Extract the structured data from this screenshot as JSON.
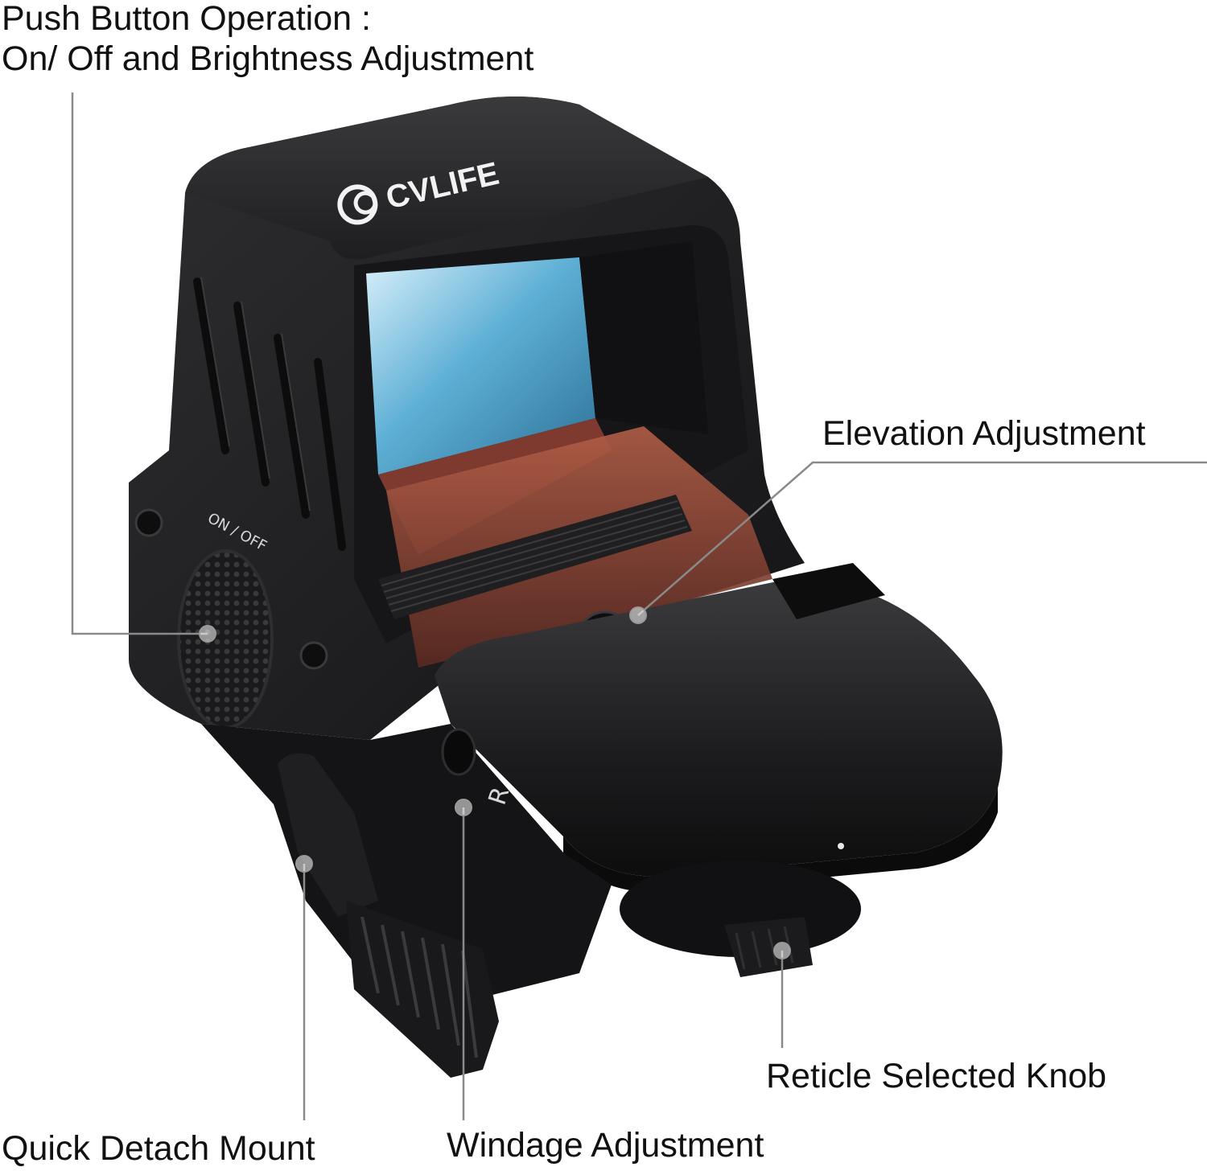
{
  "callouts": {
    "push_button_line1": "Push Button Operation :",
    "push_button_line2": "On/ Off and Brightness Adjustment",
    "elevation": "Elevation Adjustment",
    "reticle": "Reticle Selected Knob",
    "quick_detach": "Quick Detach Mount",
    "windage": "Windage Adjustment"
  },
  "product": {
    "brand_logo": "CVLIFE",
    "switch_marking": "ON / OFF",
    "windage_marking": "R"
  },
  "colors": {
    "body": "#1c1c1e",
    "lens_blue": "#5fb0d6",
    "lens_red": "#9a4a3c",
    "leader": "#8a8a8a"
  }
}
